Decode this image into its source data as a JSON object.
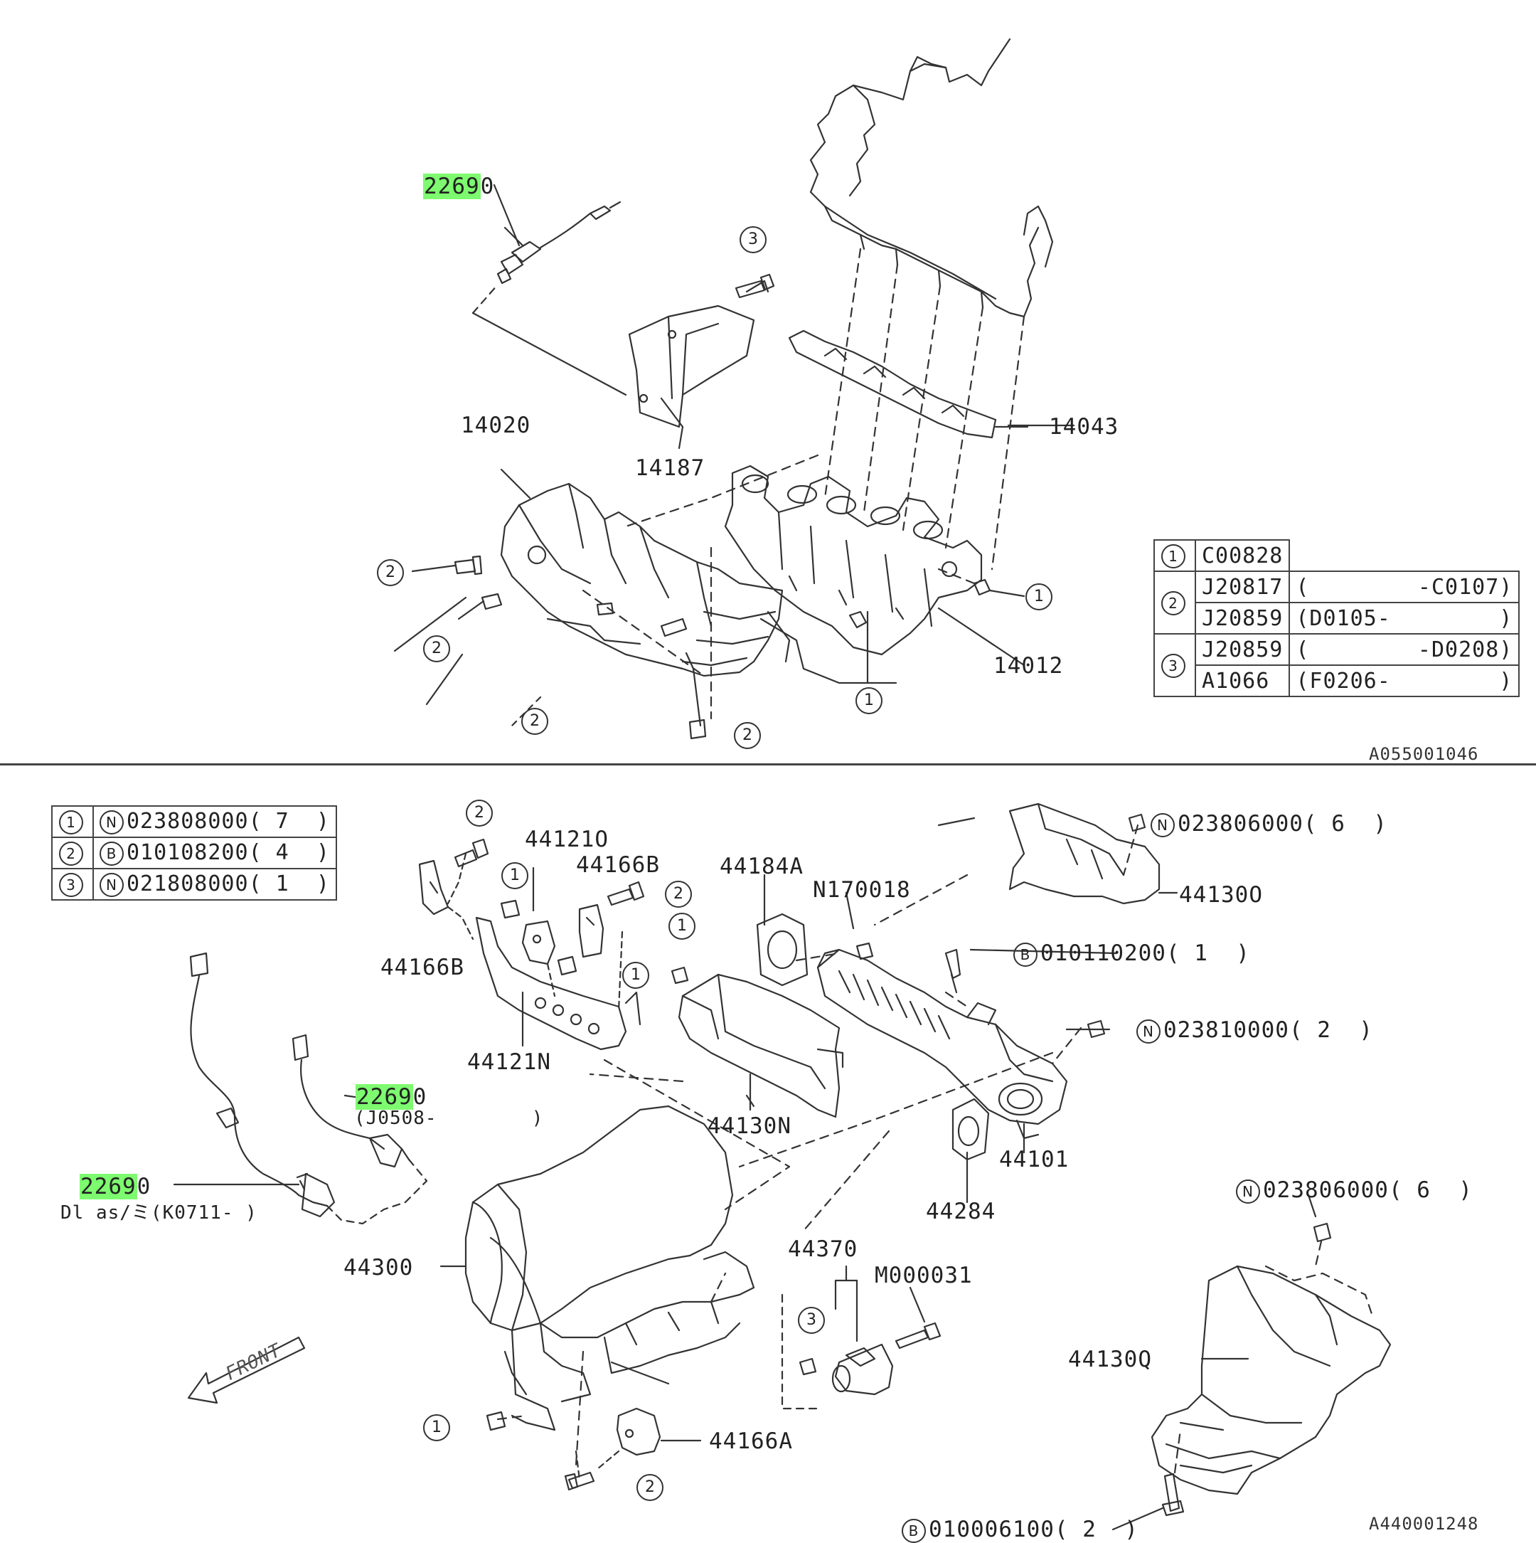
{
  "top_diagram": {
    "code": "A055001046",
    "parts": {
      "sensor": {
        "pre": "2269",
        "post": "0"
      },
      "p14020": "14020",
      "p14187": "14187",
      "p14043": "14043",
      "p14012": "14012"
    },
    "legend": {
      "r1": {
        "num": "1",
        "part": "C00828"
      },
      "r2a": {
        "num": "2",
        "part": "J20817",
        "range": "(        -C0107)"
      },
      "r2b": {
        "part": "J20859",
        "range": "(D0105-        )"
      },
      "r3a": {
        "num": "3",
        "part": "J20859",
        "range": "(        -D0208)"
      },
      "r3b": {
        "part": "A1066",
        "range": "(F0206-        )"
      }
    },
    "callouts": [
      "3",
      "2",
      "2",
      "2",
      "2",
      "1",
      "1"
    ]
  },
  "bottom_diagram": {
    "code": "A440001248",
    "legend": {
      "r1": {
        "num": "1",
        "prefix": "N",
        "part": "023808000",
        "qty": "( 7  )"
      },
      "r2": {
        "num": "2",
        "prefix": "B",
        "part": "010108200",
        "qty": "( 4  )"
      },
      "r3": {
        "num": "3",
        "prefix": "N",
        "part": "021808000",
        "qty": "( 1  )"
      }
    },
    "parts": {
      "p44121O": "44121O",
      "p44166B_top": "44166B",
      "p44166B_left": "44166B",
      "p44184A": "44184A",
      "pN170018": "N170018",
      "p44130O": "44130O",
      "nut_top": {
        "prefix": "N",
        "text": "023806000( 6  )"
      },
      "bolt_mid": {
        "prefix": "B",
        "text": "010110200( 1  )"
      },
      "nut_mid": {
        "prefix": "N",
        "text": "023810000( 2  )"
      },
      "p44121N": "44121N",
      "p44130N": "44130N",
      "p44101": "44101",
      "p44284": "44284",
      "sensor_a": {
        "pre": "2269",
        "post": "0",
        "sub": "(J0508-        )"
      },
      "sensor_b": {
        "pre": "2269",
        "post": "0",
        "sub": "Dl as/ミ(K0711- )"
      },
      "p44300": "44300",
      "p44370": "44370",
      "pM000031": "M000031",
      "nut_right": {
        "prefix": "N",
        "text": "023806000( 6  )"
      },
      "p44130Q": "44130Q",
      "p44166A": "44166A",
      "bolt_bottom": {
        "prefix": "B",
        "text": "010006100( 2  )"
      },
      "front": "FRONT"
    },
    "callouts": [
      "2",
      "1",
      "2",
      "1",
      "1",
      "3",
      "1",
      "2"
    ]
  }
}
